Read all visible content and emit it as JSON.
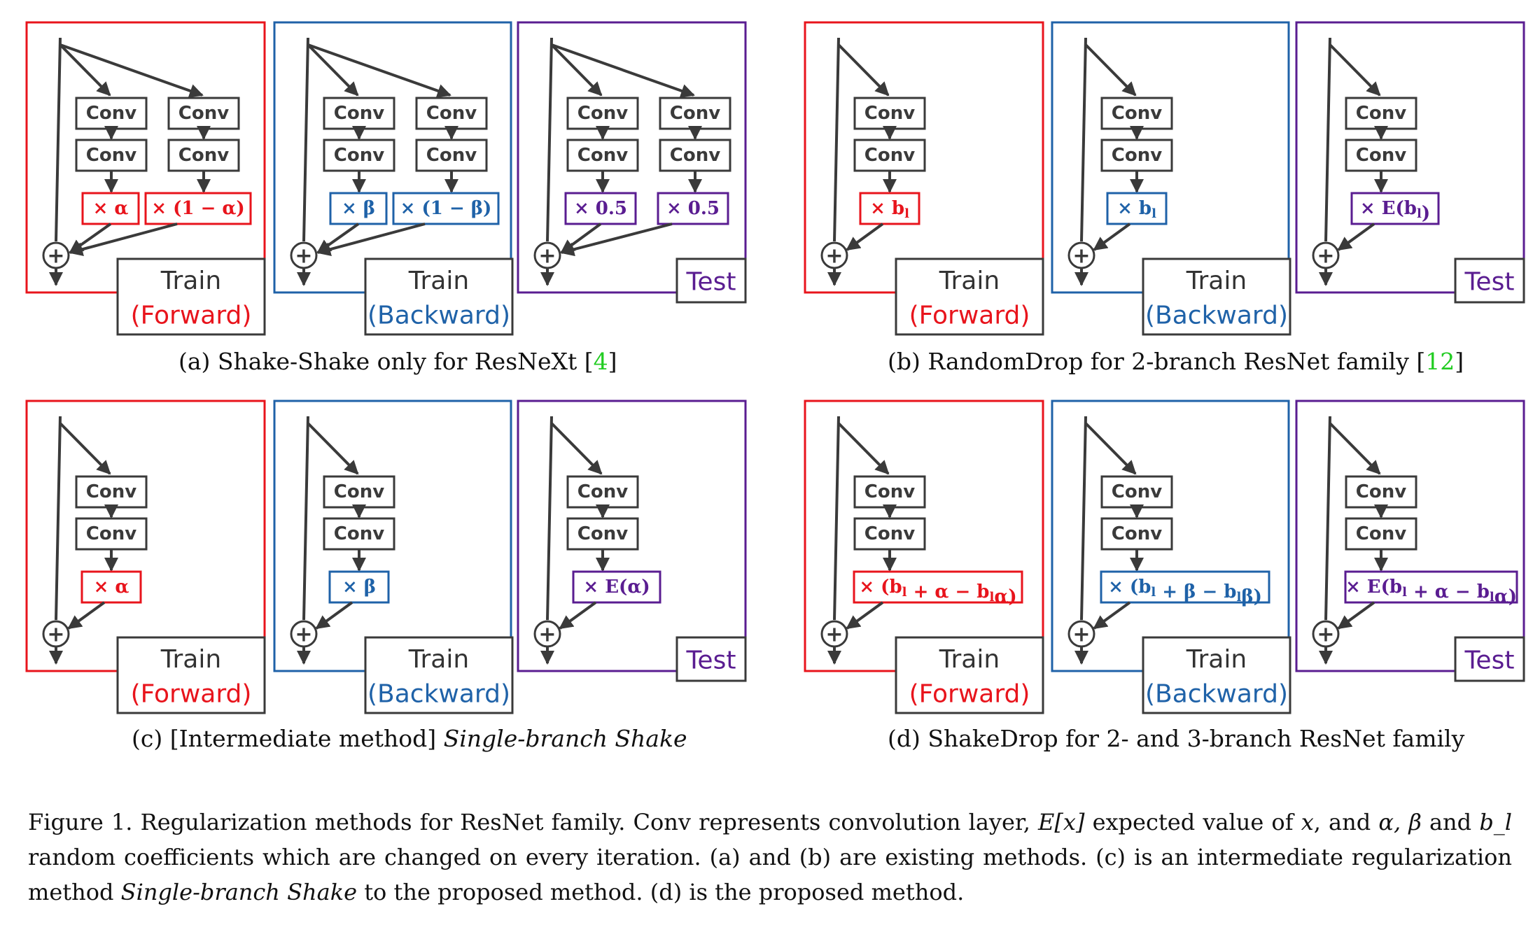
{
  "labels": {
    "conv": "Conv",
    "train": "Train",
    "test": "Test",
    "forward": "(Forward)",
    "backward": "(Backward)",
    "plus": "+"
  },
  "colors": {
    "forward": "#e8141c",
    "backward": "#1f62a8",
    "test": "#5a1d91",
    "line": "#3a3a3a",
    "cite": "#22cc22"
  },
  "panels": [
    {
      "id": "a",
      "type": "two-branch",
      "multipliers": [
        [
          "× α",
          "× (1 − α)"
        ],
        [
          "× β",
          "× (1 − β)"
        ],
        [
          "× 0.5",
          "× 0.5"
        ]
      ]
    },
    {
      "id": "b",
      "type": "one-branch",
      "multipliers": [
        "× b_l",
        "× b_l",
        "× E(b_l)"
      ]
    },
    {
      "id": "c",
      "type": "one-branch",
      "multipliers": [
        "× α",
        "× β",
        "× E(α)"
      ]
    },
    {
      "id": "d",
      "type": "one-branch-wide",
      "multipliers": [
        "× (b_l + α − b_lα)",
        "× (b_l + β − b_lβ)",
        "× E(b_l + α − b_lα)"
      ]
    }
  ],
  "subcaptions": {
    "a": {
      "text": "(a) Shake-Shake only for ResNeXt [",
      "cite": "4",
      "end": "]"
    },
    "b": {
      "text": "(b) RandomDrop for 2-branch ResNet family [",
      "cite": "12",
      "end": "]"
    },
    "c": {
      "prefix": "(c) [Intermediate method] ",
      "italic": "Single-branch Shake"
    },
    "d": {
      "text": "(d) ShakeDrop for 2- and 3-branch ResNet family"
    }
  },
  "caption": {
    "p1": "Figure 1. Regularization methods for ResNet family.  Conv represents convolution layer, ",
    "p2": "E[x]",
    "p3": " expected value of ",
    "p4": "x",
    "p5": ", and ",
    "p6": "α, β",
    "p7": " and ",
    "p8": "b_l",
    "p9": " random coefficients which are changed on every iteration.  (a) and (b) are existing methods.  (c) is an intermediate regularization method ",
    "p10": "Single-branch Shake",
    "p11": " to the proposed method.  (d) is the proposed method."
  }
}
